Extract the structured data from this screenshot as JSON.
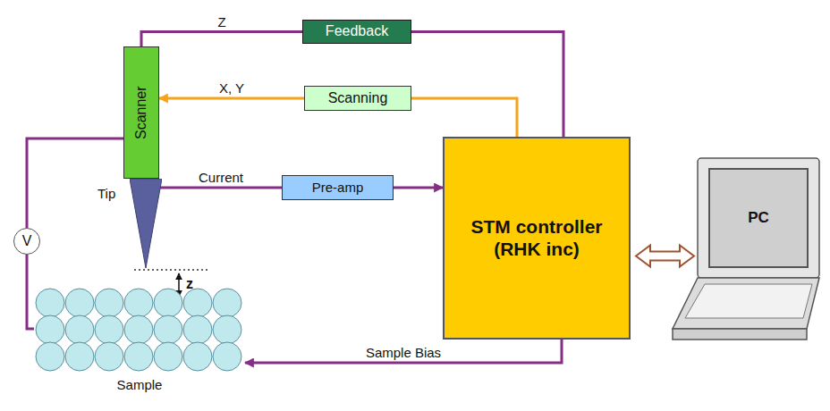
{
  "diagram": {
    "nodes": [
      {
        "text": [
          "Feedback"
        ]
      },
      {
        "text": [
          "Scanner"
        ]
      },
      {
        "text": [
          "Scanning"
        ]
      },
      {
        "text": [
          "Tip"
        ]
      },
      {
        "text": [
          "Pre-amp"
        ]
      },
      {
        "text": [
          "STM controller (RHK inc)"
        ]
      },
      {
        "text": [
          "PC"
        ]
      },
      {
        "text": [
          "V"
        ]
      },
      {
        "text": [
          "Sample"
        ]
      }
    ],
    "edges": [
      {
        "from": 1,
        "to": 0,
        "label": "Z",
        "arrow": "none"
      },
      {
        "from": 0,
        "to": 5,
        "arrow": "none"
      },
      {
        "from": 5,
        "to": 2,
        "arrow": "none"
      },
      {
        "from": 2,
        "to": 1,
        "label": "X, Y",
        "arrow": "to"
      },
      {
        "from": 3,
        "to": 4,
        "label": "Current",
        "arrow": "none"
      },
      {
        "from": 4,
        "to": 5,
        "arrow": "to"
      },
      {
        "from": 5,
        "to": 8,
        "label": "Sample Bias",
        "arrow": "to"
      },
      {
        "from": 5,
        "to": 6,
        "arrow": "both"
      },
      {
        "from": 1,
        "to": 7,
        "arrow": "none"
      },
      {
        "from": 7,
        "to": 8,
        "arrow": "none"
      }
    ],
    "labels": [
      "z"
    ]
  }
}
